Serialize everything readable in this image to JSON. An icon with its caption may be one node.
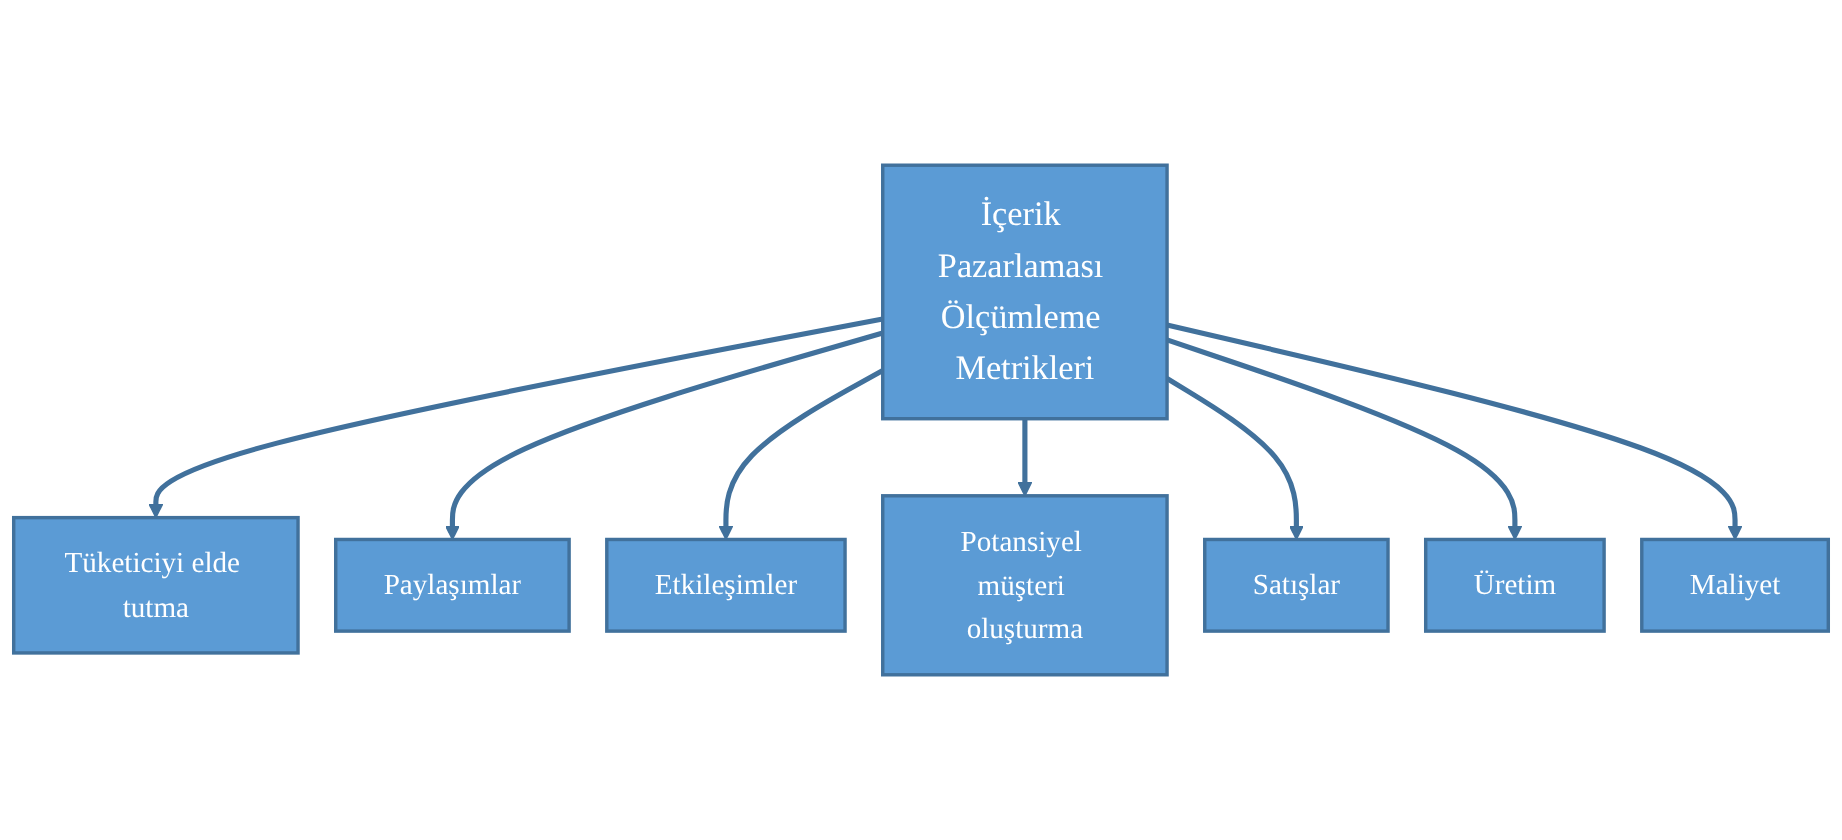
{
  "diagram": {
    "nodes": [
      {
        "text": [
          "İçerik Pazarlaması Ölçümleme Metrikleri"
        ]
      },
      {
        "text": [
          "Tüketiciyi elde tutma"
        ]
      },
      {
        "text": [
          "Paylaşımlar"
        ]
      },
      {
        "text": [
          "Etkileşimler"
        ]
      },
      {
        "text": [
          "Potansiyel müşteri oluşturma"
        ]
      },
      {
        "text": [
          "Satışlar"
        ]
      },
      {
        "text": [
          "Üretim"
        ]
      },
      {
        "text": [
          "Maliyet"
        ]
      }
    ],
    "edges": [
      {
        "from": 0,
        "to": 1,
        "arrow": "to"
      },
      {
        "from": 0,
        "to": 2,
        "arrow": "to"
      },
      {
        "from": 0,
        "to": 3,
        "arrow": "to"
      },
      {
        "from": 0,
        "to": 4,
        "arrow": "to"
      },
      {
        "from": 0,
        "to": 5,
        "arrow": "to"
      },
      {
        "from": 0,
        "to": 6,
        "arrow": "to"
      },
      {
        "from": 0,
        "to": 7,
        "arrow": "to"
      }
    ]
  }
}
